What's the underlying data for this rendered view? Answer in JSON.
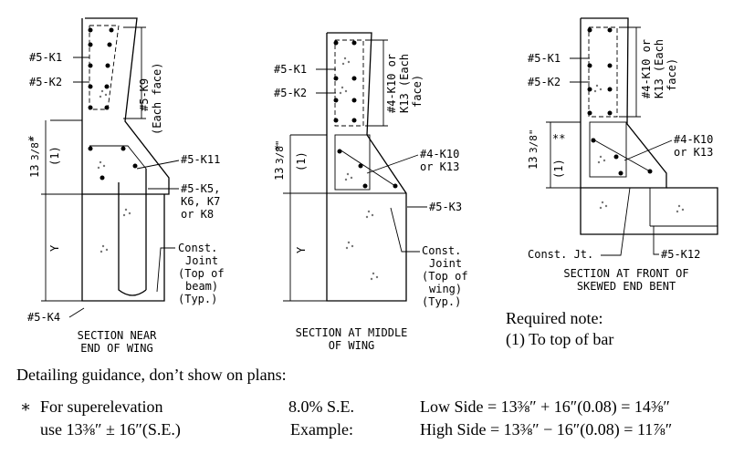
{
  "sections": {
    "near_end": {
      "title_line1": "SECTION NEAR",
      "title_line2": "END OF WING",
      "labels": {
        "k1": "#5-K1",
        "k2": "#5-K2",
        "k9": "#5-K9",
        "each_face": "(Each face)",
        "k11": "#5-K11",
        "k5_line1": "#5-K5,",
        "k5_line2": "K6, K7",
        "k5_line3": "or K8",
        "k4": "#5-K4",
        "const_line1": "Const.",
        "const_line2": "Joint",
        "const_line3": "(Top of",
        "const_line4": "beam)",
        "const_line5": "(Typ.)",
        "dim_main": "13",
        "dim_frac": "3/8\"",
        "dim_note": "(1)",
        "asterisk": "*",
        "y": "Y"
      }
    },
    "middle": {
      "title_line1": "SECTION AT MIDDLE",
      "title_line2": "OF WING",
      "labels": {
        "k1": "#5-K1",
        "k2": "#5-K2",
        "k10_line1": "#4-K10 or",
        "k10_line2": "K13 (Each",
        "k10_line3": "face)",
        "k10b_line1": "#4-K10",
        "k10b_line2": "or K13",
        "k3": "#5-K3",
        "const_line1": "Const.",
        "const_line2": "Joint",
        "const_line3": "(Top of",
        "const_line4": "wing)",
        "const_line5": "(Typ.)",
        "dim_main": "13",
        "dim_frac": "3/8\"",
        "dim_note": "(1)",
        "asterisk": "*",
        "y": "Y"
      }
    },
    "front": {
      "title_line1": "SECTION AT FRONT OF",
      "title_line2": "SKEWED END BENT",
      "labels": {
        "k1": "#5-K1",
        "k2": "#5-K2",
        "k10_line1": "#4-K10 or",
        "k10_line2": "K13 (Each",
        "k10_line3": "face)",
        "k10b_line1": "#4-K10",
        "k10b_line2": "or K13",
        "const": "Const. Jt.",
        "k12": "#5-K12",
        "dim_main": "13",
        "dim_frac": "3/8\"",
        "dim_note": "(1)",
        "asterisk": "**"
      }
    }
  },
  "required_note": {
    "line1": "Required note:",
    "line2": "(1) To top of bar"
  },
  "guidance": {
    "heading": "Detailing guidance, don’t show on plans:",
    "col1_line1": "For superelevation",
    "col1_line2": "use 13⅜″ ± 16″(S.E.)",
    "asterisk": "∗",
    "col2_line1": "8.0% S.E.",
    "col2_line2": "Example:",
    "col3_line1": "Low Side = 13⅜″ + 16″(0.08) = 14⅜″",
    "col3_line2": "High Side = 13⅜″ − 16″(0.08) = 11⅞″"
  }
}
